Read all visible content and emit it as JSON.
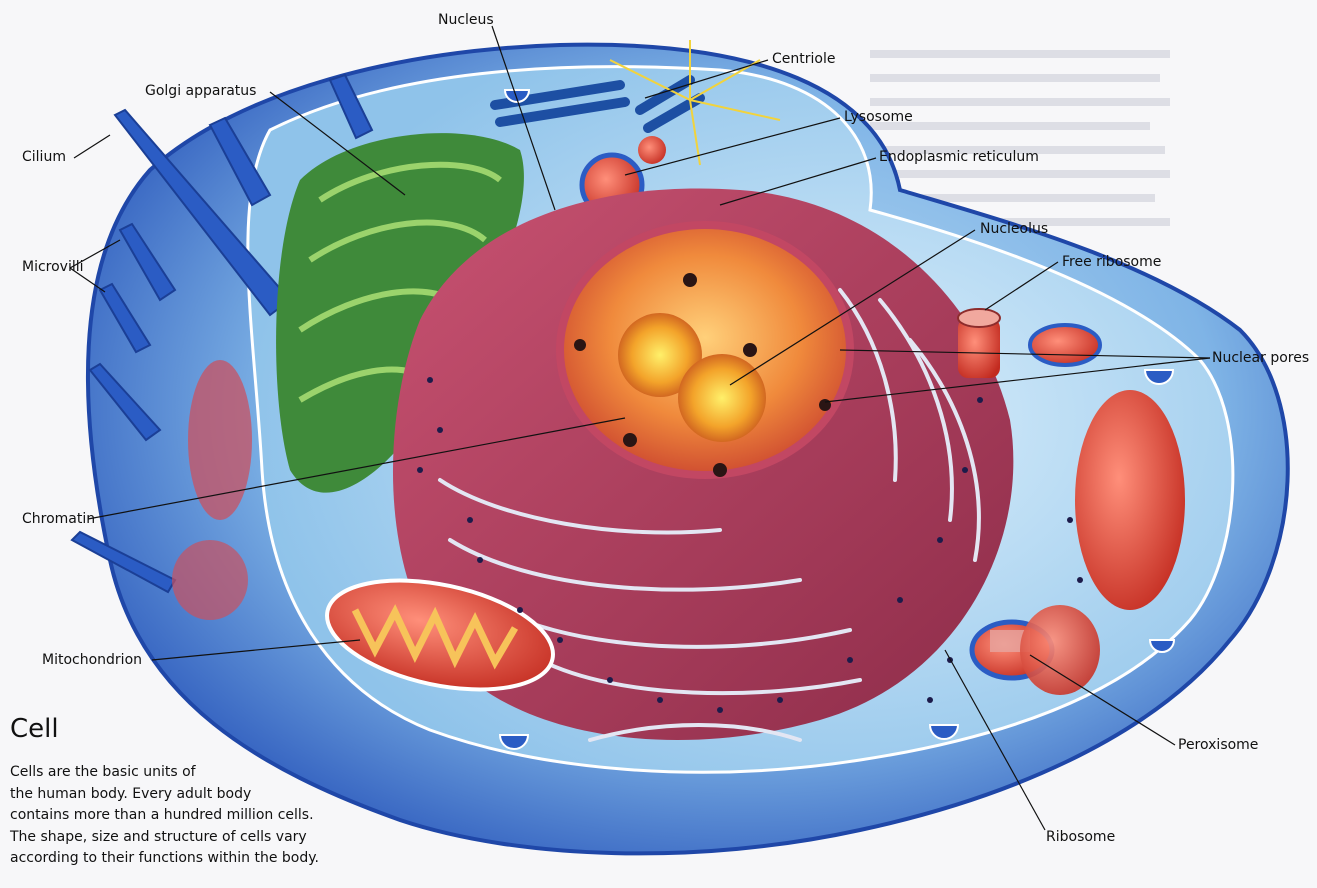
{
  "labels": {
    "nucleus": "Nucleus",
    "centriole": "Centriole",
    "golgi": "Golgi apparatus",
    "lysosome": "Lysosome",
    "cilium": "Cilium",
    "er": "Endoplasmic reticulum",
    "nucleolus": "Nucleolus",
    "microvilli": "Microvilli",
    "free_ribosome": "Free ribosome",
    "nuclear_pores": "Nuclear pores",
    "chromatin": "Chromatin",
    "mitochondrion": "Mitochondrion",
    "peroxisome": "Peroxisome",
    "ribosome": "Ribosome"
  },
  "caption": {
    "title": "Cell",
    "lines": [
      "Cells are the basic units of",
      "the human body. Every adult body",
      "contains more than a hundred million cells.",
      "The shape, size and structure of cells vary",
      "according to their functions within the body."
    ]
  },
  "colors": {
    "membrane": "#2f66c9",
    "cytoplasm": "#8fc3ea",
    "rough_er": "#b8405f",
    "nucleus": "#f08a3c",
    "nucleolus": "#f7b32b",
    "golgi": "#3f8a3a",
    "mitochondrion": "#d9472f",
    "lysosome": "#c83d3b"
  }
}
